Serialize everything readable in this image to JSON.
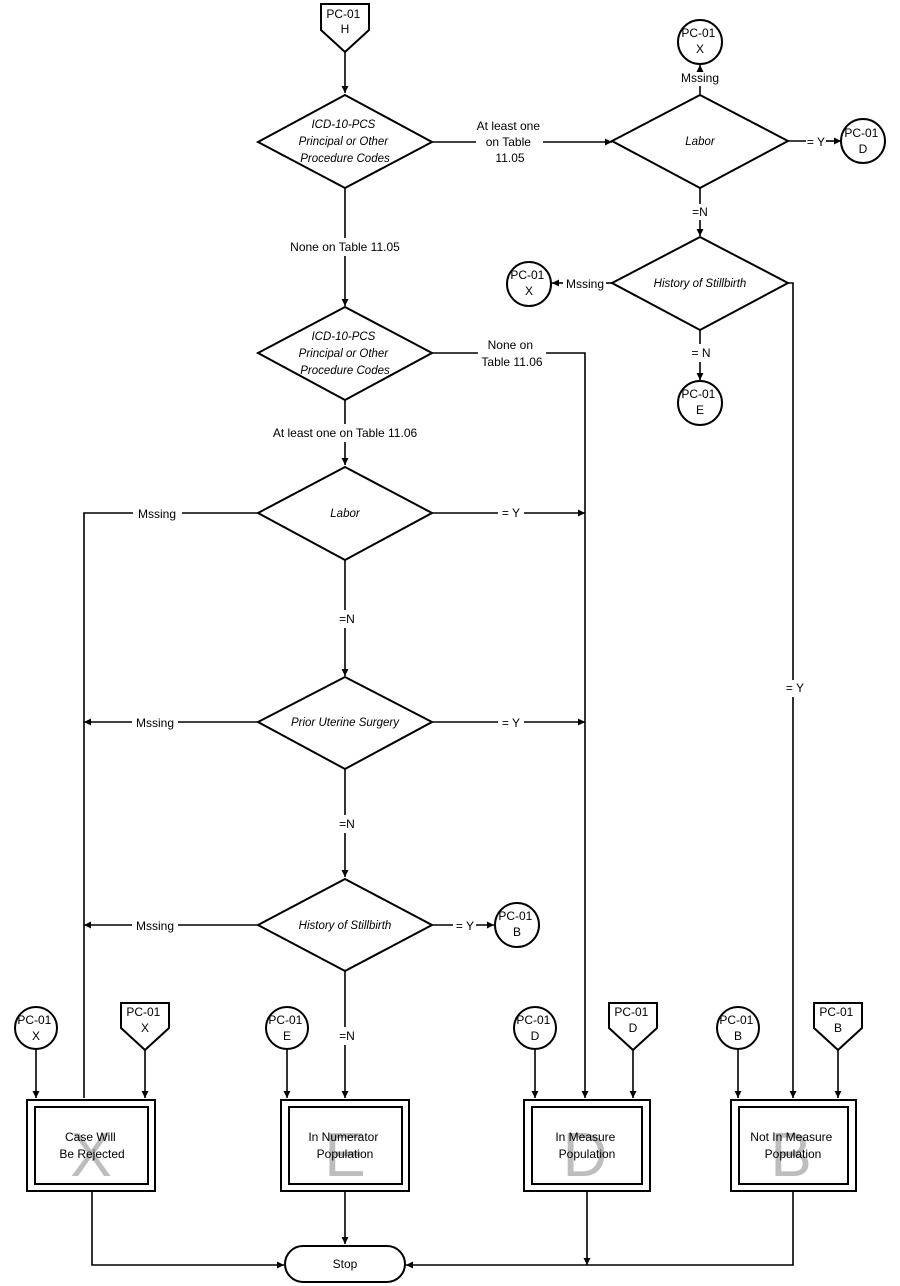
{
  "decisions": {
    "d1": [
      "ICD-10-PCS",
      "Principal or Other",
      "Procedure Codes"
    ],
    "d2": [
      "ICD-10-PCS",
      "Principal or Other",
      "Procedure Codes"
    ],
    "labor_main": "Labor",
    "prior_uterine": "Prior Uterine Surgery",
    "stillbirth_main": "History of Stillbirth",
    "labor_right": "Labor",
    "stillbirth_right": "History of Stillbirth"
  },
  "edges": {
    "d1_right": [
      "At least one",
      "on Table",
      "11.05"
    ],
    "d1_down": "None on Table 11.05",
    "d2_right": [
      "None on",
      "Table 11.06"
    ],
    "d2_down": "At least one on Table 11.06",
    "labor_missing": "Mssing",
    "labor_y": "= Y",
    "labor_n": "=N",
    "prior_missing": "Mssing",
    "prior_y": "= Y",
    "prior_n": "=N",
    "still_missing": "Mssing",
    "still_y": "= Y",
    "still_n": "=N",
    "rlabor_missing": "Mssing",
    "rlabor_y": "= Y",
    "rlabor_n": "=N",
    "rstill_missing": "Mssing",
    "rstill_n": "= N",
    "rstill_y": "= Y"
  },
  "connectors": {
    "top_entry": [
      "PC-01",
      "H"
    ],
    "r_top_x": [
      "PC-01",
      "X"
    ],
    "r_top_d": [
      "PC-01",
      "D"
    ],
    "r_mid_x": [
      "PC-01",
      "X"
    ],
    "r_mid_e": [
      "PC-01",
      "E"
    ],
    "still_b": [
      "PC-01",
      "B"
    ],
    "x_circle": [
      "PC-01",
      "X"
    ],
    "x_pent": [
      "PC-01",
      "X"
    ],
    "e_circle": [
      "PC-01",
      "E"
    ],
    "d_circle": [
      "PC-01",
      "D"
    ],
    "d_pent": [
      "PC-01",
      "D"
    ],
    "b_circle": [
      "PC-01",
      "B"
    ],
    "b_pent": [
      "PC-01",
      "B"
    ]
  },
  "outcomes": {
    "x": {
      "letter": "X",
      "lines": [
        "Case Will",
        "Be Rejected"
      ]
    },
    "e": {
      "letter": "E",
      "lines": [
        "In Numerator",
        "Population"
      ]
    },
    "d": {
      "letter": "D",
      "lines": [
        "In Measure",
        "Population"
      ]
    },
    "b": {
      "letter": "B",
      "lines": [
        "Not In Measure",
        "Population"
      ]
    }
  },
  "stop": "Stop"
}
